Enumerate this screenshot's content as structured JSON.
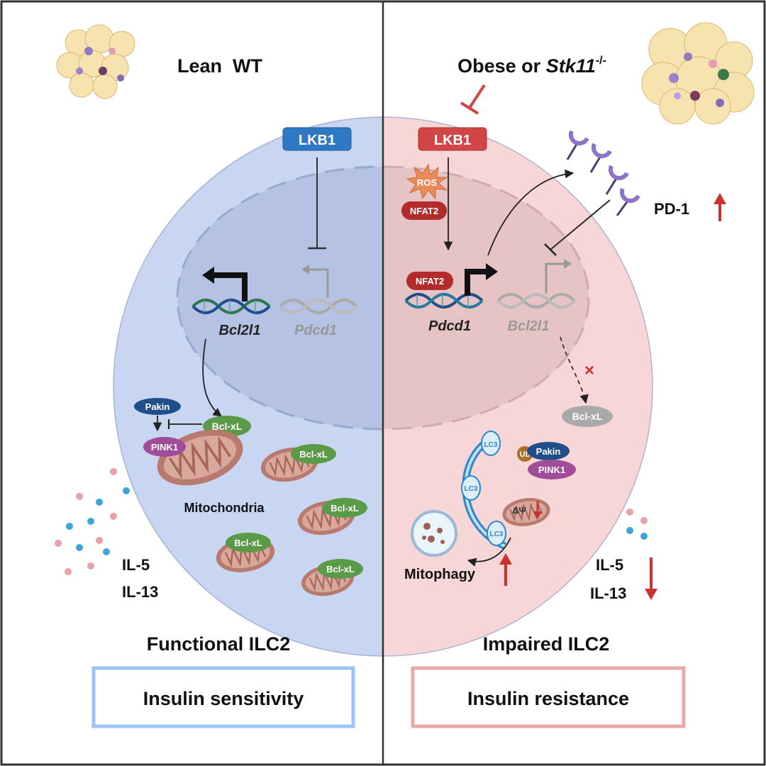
{
  "left": {
    "title": "Lean  WT",
    "lkb1": "LKB1",
    "gene_active": "Bcl2l1",
    "gene_inactive": "Pdcd1",
    "pakin": "Pakin",
    "pink1": "PINK1",
    "bclxl": "Bcl-xL",
    "mitochondria": "Mitochondria",
    "il5": "IL-5",
    "il13": "IL-13",
    "state": "Functional ILC2",
    "outcome": "Insulin sensitivity"
  },
  "right": {
    "title_prefix": "Obese or ",
    "title_gene": "Stk11",
    "title_sup": "-/-",
    "lkb1": "LKB1",
    "ros": "ROS",
    "nfat2": "NFAT2",
    "gene_active": "Pdcd1",
    "gene_inactive": "Bcl2l1",
    "blocked": "×",
    "bclxl": "Bcl-xL",
    "lc3": "LC3",
    "ub": "Ub",
    "pakin": "Pakin",
    "pink1": "PINK1",
    "dpsi": "ΔΨ",
    "pd1": "PD-1",
    "mitophagy": "Mitophagy",
    "il5": "IL-5",
    "il13": "IL-13",
    "state": "Impaired ILC2",
    "outcome": "Insulin resistance"
  },
  "colors": {
    "left_cell": "#c9d6f2",
    "left_nucleus": "#b6c2e3",
    "right_cell": "#f6d6d6",
    "right_nucleus": "#e6c4c5",
    "lkb1_blue": "#2f78c4",
    "lkb1_red": "#d24545",
    "nfat2": "#b32c2c",
    "bclxl_green": "#5a9a48",
    "pakin_navy": "#1f4e8a",
    "pink1_purple": "#a14c9a",
    "mito": "#b87a6e",
    "arrow_red": "#c8322f",
    "outcome_blue_border": "#9cc4f3",
    "outcome_red_border": "#e9a8a8"
  }
}
